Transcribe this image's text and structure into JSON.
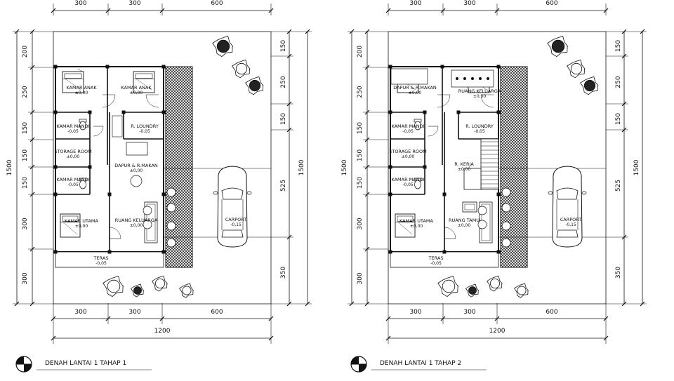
{
  "plans": [
    {
      "title": "DENAH LANTAI 1  TAHAP 1",
      "top_dims": [
        "300",
        "300",
        "600"
      ],
      "bottom_dims": [
        "300",
        "300",
        "600"
      ],
      "total_width": "1200",
      "left_dims": [
        "200",
        "250",
        "150",
        "150",
        "150",
        "300",
        "300"
      ],
      "left_total": "1500",
      "right_dims": [
        "150",
        "250",
        "150",
        "525",
        "350"
      ],
      "right_total": "1500",
      "rooms": [
        {
          "name": "KAMAR ANAK",
          "level": "±0,00"
        },
        {
          "name": "KAMAR ANAK",
          "level": "±0,00"
        },
        {
          "name": "KAMAR MANDI",
          "level": "-0,05"
        },
        {
          "name": "R. LOUNDRY",
          "level": "-0,05"
        },
        {
          "name": "STORAGE ROOM",
          "level": "±0,00"
        },
        {
          "name": "DAPUR & R.MAKAN",
          "level": "±0,00"
        },
        {
          "name": "KAMAR MANDI",
          "level": "-0,05"
        },
        {
          "name": "KAMAR UTAMA",
          "level": "±0,00"
        },
        {
          "name": "RUANG KELUARGA",
          "level": "±0,00"
        },
        {
          "name": "CARPORT",
          "level": "-0,15"
        },
        {
          "name": "TERAS",
          "level": "-0,05"
        }
      ]
    },
    {
      "title": "DENAH LANTAI 1  TAHAP 2",
      "top_dims": [
        "300",
        "300",
        "600"
      ],
      "bottom_dims": [
        "300",
        "300",
        "600"
      ],
      "total_width": "1200",
      "left_dims": [
        "200",
        "250",
        "150",
        "150",
        "150",
        "300",
        "300"
      ],
      "left_total": "1500",
      "right_dims": [
        "150",
        "250",
        "150",
        "525",
        "350"
      ],
      "right_total": "1500",
      "rooms": [
        {
          "name": "DAPUR & R.MAKAN",
          "level": "±0,00"
        },
        {
          "name": "RUANG KELUARGA",
          "level": "±0,00"
        },
        {
          "name": "KAMAR MANDI",
          "level": "-0,05"
        },
        {
          "name": "R. LOUNDRY",
          "level": "-0,05"
        },
        {
          "name": "STORAGE ROOM",
          "level": "±0,00"
        },
        {
          "name": "R. KERJA",
          "level": "±0,00"
        },
        {
          "name": "KAMAR MANDI",
          "level": "-0,05"
        },
        {
          "name": "KAMAR UTAMA",
          "level": "±0,00"
        },
        {
          "name": "RUANG TAMU",
          "level": "±0,00"
        },
        {
          "name": "CARPORT",
          "level": "-0,15"
        },
        {
          "name": "TERAS",
          "level": "-0,05"
        }
      ]
    }
  ]
}
